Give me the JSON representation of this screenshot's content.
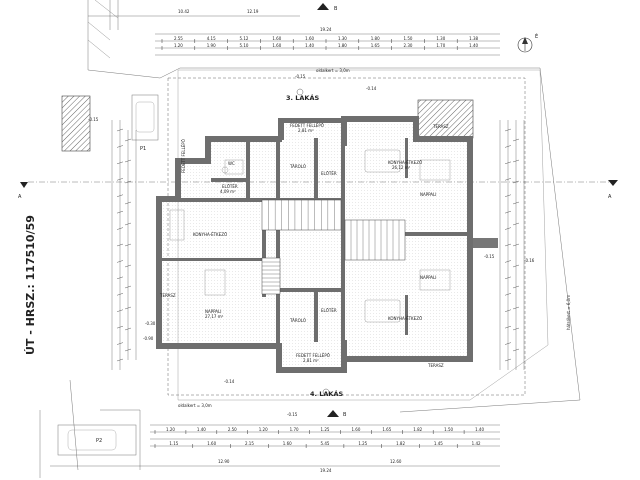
{
  "street_label": "ÚT - HRSZ.: 117510/59",
  "section_marks": {
    "top": "B",
    "bottom": "B",
    "left": "A",
    "right": "A"
  },
  "top_dims": {
    "overall_top": "10.42",
    "overall_right": "12.19",
    "building_width": "19.24",
    "row1": [
      "2.55",
      "4.15",
      "5.12",
      "1.60",
      "1.60",
      "1.30",
      "1.80",
      "1.50",
      "1.30",
      "1.38"
    ],
    "row2": [
      "1.20",
      "1.90",
      "5.10",
      "1.60",
      "1.40",
      "1.80",
      "1.65",
      "2.30",
      "1.70",
      "1.40"
    ]
  },
  "bottom_dims": {
    "row1": [
      "1.20",
      "1.40",
      "2.50",
      "1.20",
      "1.70",
      "1.25",
      "1.60",
      "1.65",
      "1.82",
      "1.50",
      "1.40"
    ],
    "row2": [
      "1.15",
      "1.60",
      "2.15",
      "1.60",
      "5.45",
      "1.25",
      "1.82",
      "1.45",
      "1.42"
    ],
    "overall_left": "12.90",
    "overall_right": "12.60",
    "building_width": "19.24"
  },
  "setbacks": {
    "top": "oldalkert = 3,0m",
    "bottom": "oldalkert = 3,0m",
    "right": "hátsókert = 6,0m"
  },
  "levels": {
    "top_a": "-0.15",
    "top_b": "-0.14",
    "left_entry": "-0.15",
    "left_mid": "-0.30",
    "right_mid": "-0.16",
    "bottom_a": "-0.14",
    "bottom_b": "-0.15",
    "left_low": "-0.90",
    "right_low": "-0.15"
  },
  "rooms": [
    {
      "id": "fedett-top",
      "name": "FEDETT FELLÉPŐ",
      "area": "2,81 m²"
    },
    {
      "id": "fedett-bottom",
      "name": "FEDETT FELLÉPŐ",
      "area": "2,81 m²"
    },
    {
      "id": "fedett-left",
      "name": "FEDETT FELLÉPŐ",
      "area": ""
    },
    {
      "id": "eloter-tl",
      "name": "ELŐTÉR",
      "area": "4,09 m²"
    },
    {
      "id": "eloter-tc",
      "name": "ELŐTÉR",
      "area": ""
    },
    {
      "id": "eloter-bc",
      "name": "ELŐTÉR",
      "area": ""
    },
    {
      "id": "tarolo-t",
      "name": "TÁROLÓ",
      "area": ""
    },
    {
      "id": "tarolo-b",
      "name": "TÁROLÓ",
      "area": ""
    },
    {
      "id": "wc",
      "name": "WC",
      "area": ""
    },
    {
      "id": "konyha-tr",
      "name": "KONYHA-ÉTKEZŐ",
      "area": "26,12 m²"
    },
    {
      "id": "konyha-l",
      "name": "KONYHA-ÉTKEZŐ",
      "area": ""
    },
    {
      "id": "konyha-br",
      "name": "KONYHA-ÉTKEZŐ",
      "area": ""
    },
    {
      "id": "nappali-r1",
      "name": "NAPPALI",
      "area": ""
    },
    {
      "id": "nappali-r2",
      "name": "NAPPALI",
      "area": ""
    },
    {
      "id": "nappali-l",
      "name": "NAPPALI",
      "area": "27,17 m²"
    },
    {
      "id": "terasz-tr",
      "name": "TERASZ",
      "area": ""
    },
    {
      "id": "terasz-l",
      "name": "TERASZ",
      "area": ""
    },
    {
      "id": "terasz-br",
      "name": "TERASZ",
      "area": ""
    }
  ],
  "notes": {
    "lakas_top": "3. LAKÁS",
    "lakas_bottom": "4. LAKÁS",
    "parking_top": "P1",
    "parking_bottom": "P2",
    "north": "É"
  }
}
